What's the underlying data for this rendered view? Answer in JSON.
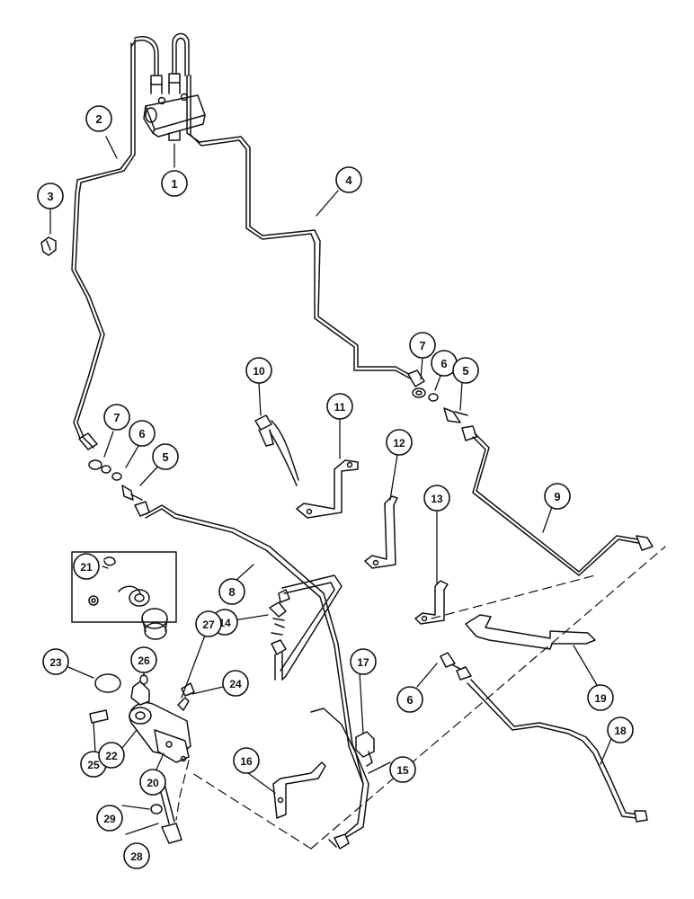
{
  "colors": {
    "ink": "#111111",
    "paper": "#ffffff"
  },
  "callouts": {
    "c1": "1",
    "c2": "2",
    "c3": "3",
    "c4": "4",
    "c5a": "5",
    "c5b": "5",
    "c6a": "6",
    "c6b": "6",
    "c6c": "6",
    "c7a": "7",
    "c7b": "7",
    "c8": "8",
    "c9": "9",
    "c10": "10",
    "c11": "11",
    "c12": "12",
    "c13": "13",
    "c14": "14",
    "c15": "15",
    "c16": "16",
    "c17": "17",
    "c18": "18",
    "c19": "19",
    "c20": "20",
    "c21": "21",
    "c22": "22",
    "c23": "23",
    "c24": "24",
    "c25": "25",
    "c26": "26",
    "c27": "27",
    "c28": "28",
    "c29": "29"
  }
}
